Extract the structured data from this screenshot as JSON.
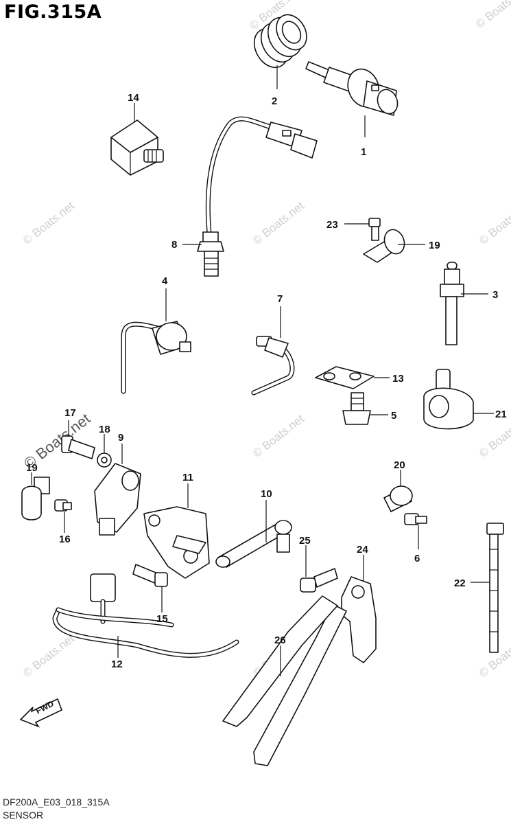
{
  "figure": {
    "title": "FIG.315A",
    "code": "DF200A_E03_018_315A",
    "caption": "SENSOR"
  },
  "watermark": {
    "text": "© Boats.net"
  },
  "callouts": [
    {
      "num": "1",
      "part": "sensor-connector"
    },
    {
      "num": "2",
      "part": "grommet"
    },
    {
      "num": "3",
      "part": "temperature-sensor"
    },
    {
      "num": "4",
      "part": "knock-sensor"
    },
    {
      "num": "5",
      "part": "bolt"
    },
    {
      "num": "6",
      "part": "bolt"
    },
    {
      "num": "7",
      "part": "sensor-with-tube"
    },
    {
      "num": "8",
      "part": "sensor-with-harness"
    },
    {
      "num": "9",
      "part": "sensor"
    },
    {
      "num": "10",
      "part": "lever"
    },
    {
      "num": "11",
      "part": "bracket"
    },
    {
      "num": "12",
      "part": "harness"
    },
    {
      "num": "13",
      "part": "clamp-plate"
    },
    {
      "num": "14",
      "part": "pressure-switch"
    },
    {
      "num": "15",
      "part": "bolt"
    },
    {
      "num": "16",
      "part": "bolt"
    },
    {
      "num": "17",
      "part": "bolt"
    },
    {
      "num": "18",
      "part": "washer"
    },
    {
      "num": "19",
      "part": "clamp"
    },
    {
      "num": "20",
      "part": "clamp"
    },
    {
      "num": "21",
      "part": "clip"
    },
    {
      "num": "22",
      "part": "cable-tie"
    },
    {
      "num": "23",
      "part": "bolt"
    },
    {
      "num": "24",
      "part": "bracket"
    },
    {
      "num": "25",
      "part": "bolt"
    },
    {
      "num": "26",
      "part": "arm"
    }
  ],
  "direction_marker": {
    "label": "FWD"
  }
}
